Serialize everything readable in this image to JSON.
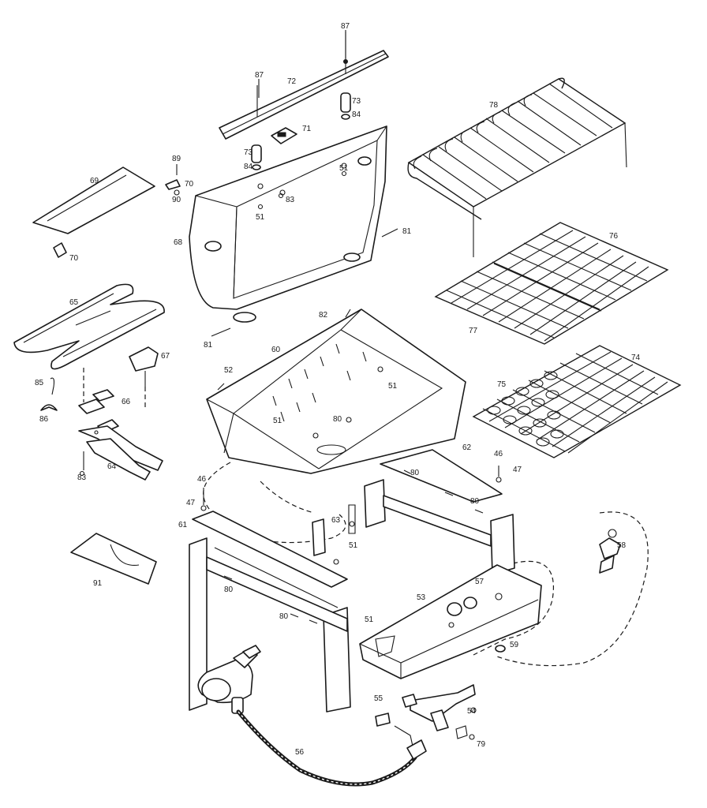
{
  "labels": [
    "87",
    "87",
    "72",
    "73",
    "84",
    "71",
    "73",
    "84",
    "51",
    "51",
    "89",
    "70",
    "90",
    "69",
    "70",
    "68",
    "83",
    "81",
    "65",
    "81",
    "82",
    "60",
    "67",
    "85",
    "86",
    "66",
    "52",
    "51",
    "51",
    "80",
    "64",
    "83",
    "62",
    "46",
    "47",
    "80",
    "80",
    "46",
    "47",
    "61",
    "63",
    "51",
    "91",
    "80",
    "53",
    "57",
    "58",
    "80",
    "51",
    "59",
    "55",
    "54",
    "79",
    "56",
    "74",
    "75",
    "76",
    "77",
    "78"
  ]
}
